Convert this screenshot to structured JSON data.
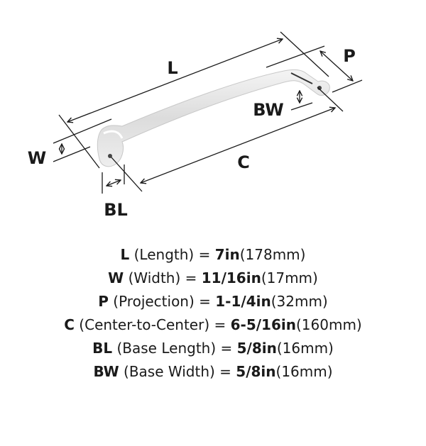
{
  "diagram": {
    "labels": {
      "L": "L",
      "P": "P",
      "BW": "BW",
      "C": "C",
      "W": "W",
      "BL": "BL"
    }
  },
  "specs": [
    {
      "code": "L",
      "name": "(Length) =",
      "imperial": "7in",
      "metric": "(178mm)"
    },
    {
      "code": "W",
      "name": "(Width) =",
      "imperial": "11/16in",
      "metric": "(17mm)"
    },
    {
      "code": "P",
      "name": "(Projection) =",
      "imperial": "1-1/4in",
      "metric": "(32mm)"
    },
    {
      "code": "C",
      "name": "(Center-to-Center) =",
      "imperial": "6-5/16in",
      "metric": "(160mm)"
    },
    {
      "code": "BL",
      "name": "(Base Length) =",
      "imperial": "5/8in",
      "metric": "(16mm)"
    },
    {
      "code": "BW",
      "name": "(Base Width) =",
      "imperial": "5/8in",
      "metric": "(16mm)"
    }
  ]
}
